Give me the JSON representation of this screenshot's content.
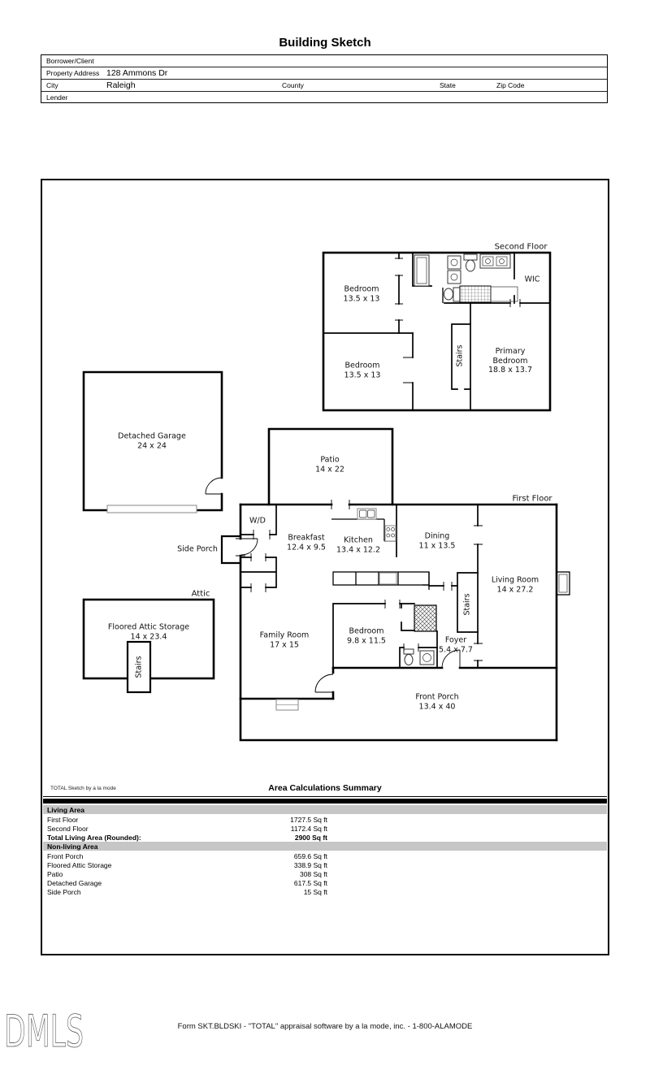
{
  "title": "Building Sketch",
  "form_header": {
    "borrower_label": "Borrower/Client",
    "property_label": "Property Address",
    "property_value": "128 Ammons Dr",
    "city_label": "City",
    "city_value": "Raleigh",
    "county_label": "County",
    "state_label": "State",
    "zip_label": "Zip Code",
    "lender_label": "Lender"
  },
  "plan": {
    "floors": {
      "second": "Second Floor",
      "first": "First Floor",
      "attic": "Attic"
    },
    "rooms": {
      "bedroom_2f_top": {
        "name": "Bedroom",
        "dims": "13.5 x 13"
      },
      "wic": {
        "name": "WIC"
      },
      "bedroom_2f_bottom": {
        "name": "Bedroom",
        "dims": "13.5 x 13"
      },
      "stairs_2f": {
        "name": "Stairs"
      },
      "primary_bedroom": {
        "line1": "Primary",
        "line2": "Bedroom",
        "dims": "18.8 x 13.7"
      },
      "detached_garage": {
        "name": "Detached Garage",
        "dims": "24 x 24"
      },
      "patio": {
        "name": "Patio",
        "dims": "14 x 22"
      },
      "wd": {
        "name": "W/D"
      },
      "breakfast": {
        "name": "Breakfast",
        "dims": "12.4 x 9.5"
      },
      "kitchen": {
        "name": "Kitchen",
        "dims": "13.4 x 12.2"
      },
      "dining": {
        "name": "Dining",
        "dims": "11 x 13.5"
      },
      "living_room": {
        "name": "Living Room",
        "dims": "14 x 27.2"
      },
      "side_porch": {
        "name": "Side Porch"
      },
      "floored_attic": {
        "name": "Floored Attic Storage",
        "dims": "14 x 23.4"
      },
      "stairs_attic": {
        "name": "Stairs"
      },
      "family_room": {
        "name": "Family Room",
        "dims": "17 x 15"
      },
      "bedroom_1f": {
        "name": "Bedroom",
        "dims": "9.8 x 11.5"
      },
      "stairs_1f": {
        "name": "Stairs"
      },
      "foyer": {
        "name": "Foyer",
        "dims": "5.4 x 7.7"
      },
      "front_porch": {
        "name": "Front Porch",
        "dims": "13.4 x 40"
      }
    }
  },
  "summary": {
    "watermark": "TOTAL Sketch by a la mode",
    "title": "Area Calculations Summary",
    "living_header": "Living Area",
    "living_rows": [
      {
        "label": "First Floor",
        "value": "1727.5 Sq ft"
      },
      {
        "label": "Second Floor",
        "value": "1172.4 Sq ft"
      }
    ],
    "total_row": {
      "label": "Total Living Area (Rounded):",
      "value": "2900 Sq ft"
    },
    "nonliving_header": "Non-living Area",
    "nonliving_rows": [
      {
        "label": "Front Porch",
        "value": "659.6 Sq ft"
      },
      {
        "label": "Floored Attic Storage",
        "value": "338.9 Sq ft"
      },
      {
        "label": "Patio",
        "value": "308 Sq ft"
      },
      {
        "label": "Detached Garage",
        "value": "617.5 Sq ft"
      },
      {
        "label": "Side Porch",
        "value": "15 Sq ft"
      }
    ]
  },
  "footer": {
    "logo": "DMLS",
    "form_line": "Form SKT.BLDSKI - \"TOTAL\" appraisal software by a la mode, inc. - 1-800-ALAMODE"
  },
  "colors": {
    "section_bar": "#c6c6c6",
    "wall": "#000000"
  }
}
